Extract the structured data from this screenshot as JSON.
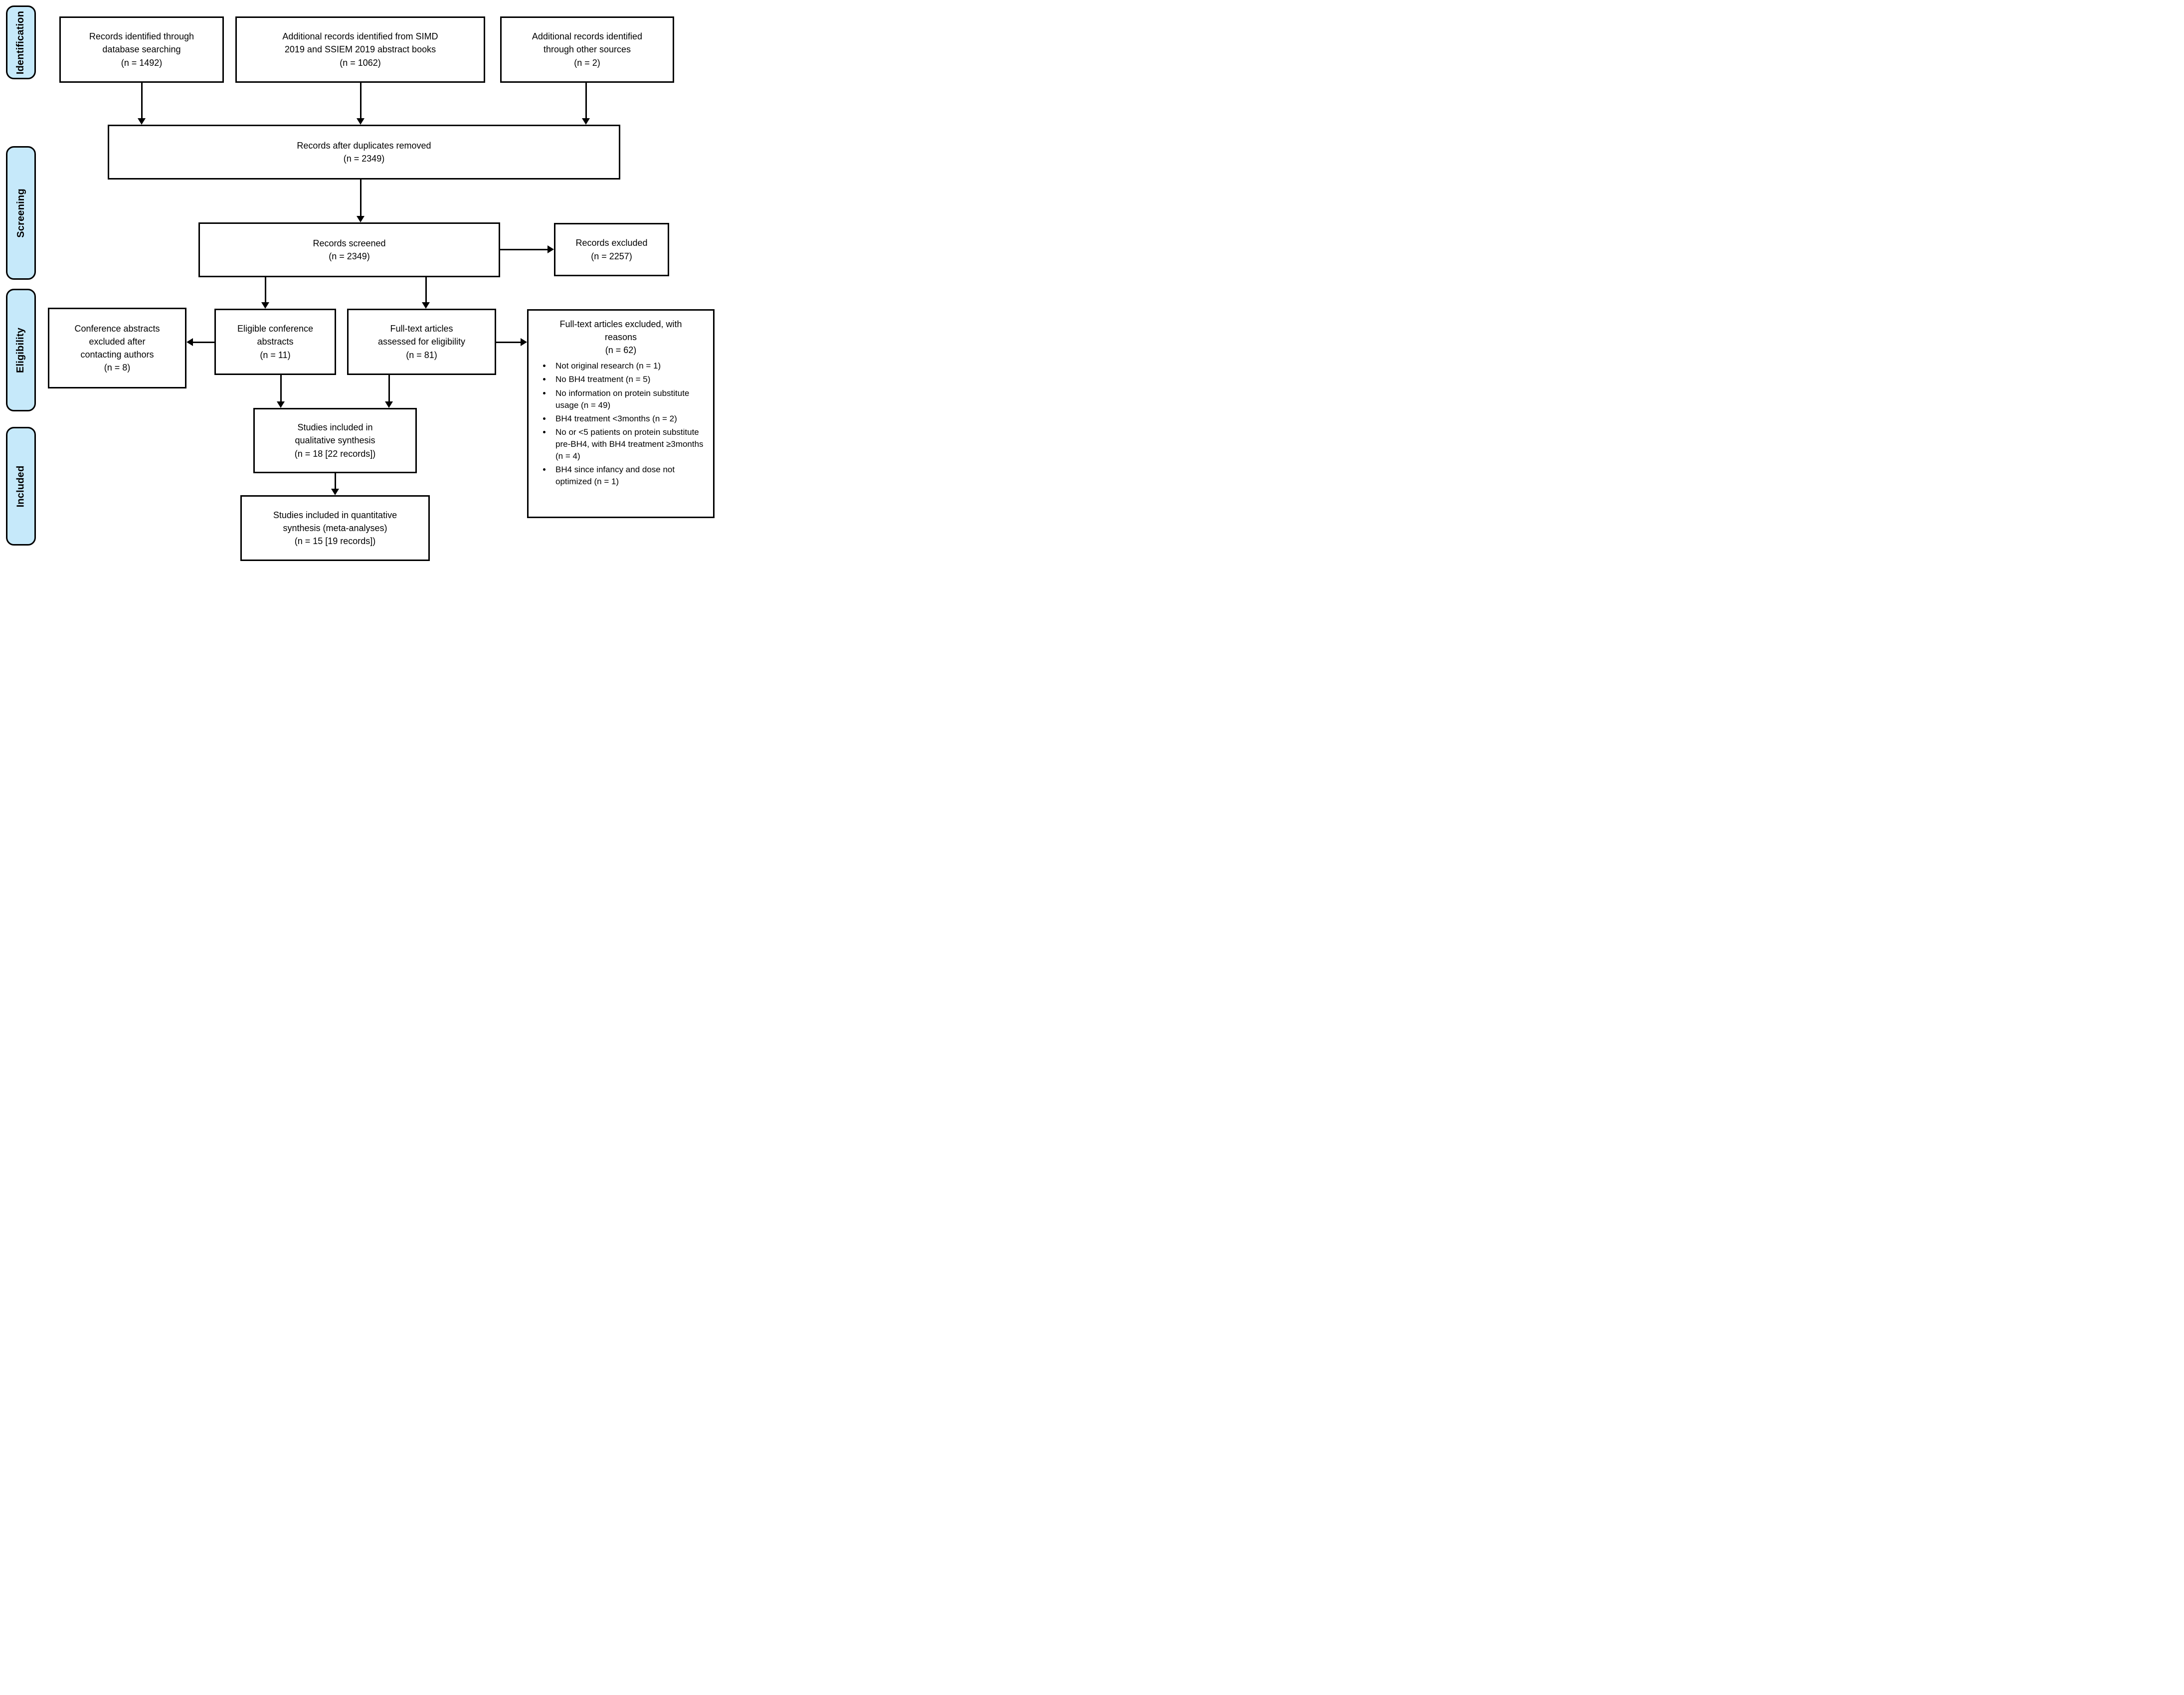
{
  "colors": {
    "stage_fill": "#c6e9fa",
    "line": "#000000",
    "box_fill": "#ffffff"
  },
  "stages": [
    {
      "label": "Identification"
    },
    {
      "label": "Screening"
    },
    {
      "label": "Eligibility"
    },
    {
      "label": "Included"
    }
  ],
  "boxes": {
    "records_identified": {
      "label": "Records identified through\ndatabase searching",
      "count": "(n = 1492)"
    },
    "additional_records_simd": {
      "label": "Additional records identified from SIMD\n2019 and SSIEM 2019 abstract books",
      "count": "(n = 1062)"
    },
    "additional_records_other": {
      "label": "Additional records identified\nthrough other sources",
      "count": "(n = 2)"
    },
    "duplicates_removed": {
      "label": "Records after duplicates removed",
      "count": "(n = 2349)"
    },
    "records_screened": {
      "label": "Records screened",
      "count": "(n = 2349)"
    },
    "records_excluded": {
      "label": "Records excluded",
      "count": "(n = 2257)"
    },
    "conference_abstracts_excluded": {
      "label": "Conference abstracts\nexcluded after\ncontacting authors",
      "count": "(n = 8)"
    },
    "eligible_conference_abstracts": {
      "label": "Eligible conference\nabstracts",
      "count": "(n = 11)"
    },
    "full_text_assessed": {
      "label": "Full-text articles\nassessed for eligibility",
      "count": "(n = 81)"
    },
    "full_text_excluded": {
      "label": "Full-text articles excluded, with\nreasons",
      "count": "(n = 62)",
      "reasons": [
        "Not original research (n = 1)",
        "No BH4 treatment (n = 5)",
        "No information on protein substitute usage (n = 49)",
        "BH4 treatment <3months (n = 2)",
        "No or <5 patients on protein substitute pre-BH4, with BH4 treatment ≥3months (n = 4)",
        "BH4 since infancy and dose not optimized (n = 1)"
      ]
    },
    "qualitative_synthesis": {
      "label": "Studies included in\nqualitative synthesis",
      "count": "(n = 18 [22 records])"
    },
    "quantitative_synthesis": {
      "label": "Studies included in quantitative\nsynthesis (meta-analyses)",
      "count": "(n = 15 [19 records])"
    }
  }
}
